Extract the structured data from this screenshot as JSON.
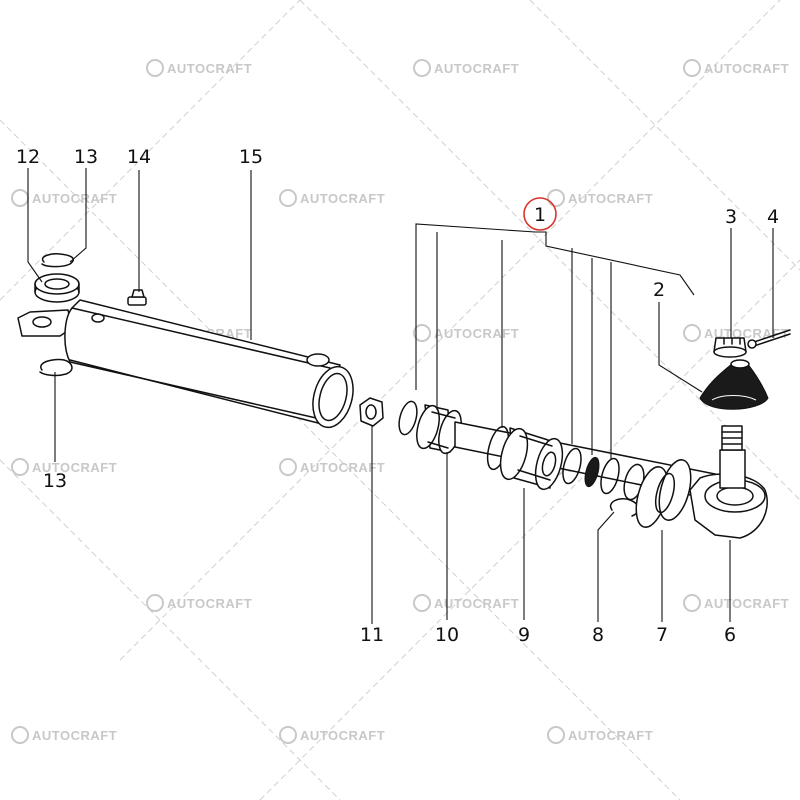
{
  "diagram": {
    "watermark": "AUTOCRAFT",
    "highlight_color": "#d9342b",
    "parts": [
      {
        "label": "1",
        "highlighted": true
      },
      {
        "label": "2"
      },
      {
        "label": "3"
      },
      {
        "label": "4"
      },
      {
        "label": "6"
      },
      {
        "label": "7"
      },
      {
        "label": "8"
      },
      {
        "label": "9"
      },
      {
        "label": "10"
      },
      {
        "label": "11"
      },
      {
        "label": "12"
      },
      {
        "label": "13"
      },
      {
        "label": "13"
      },
      {
        "label": "14"
      },
      {
        "label": "15"
      }
    ]
  }
}
